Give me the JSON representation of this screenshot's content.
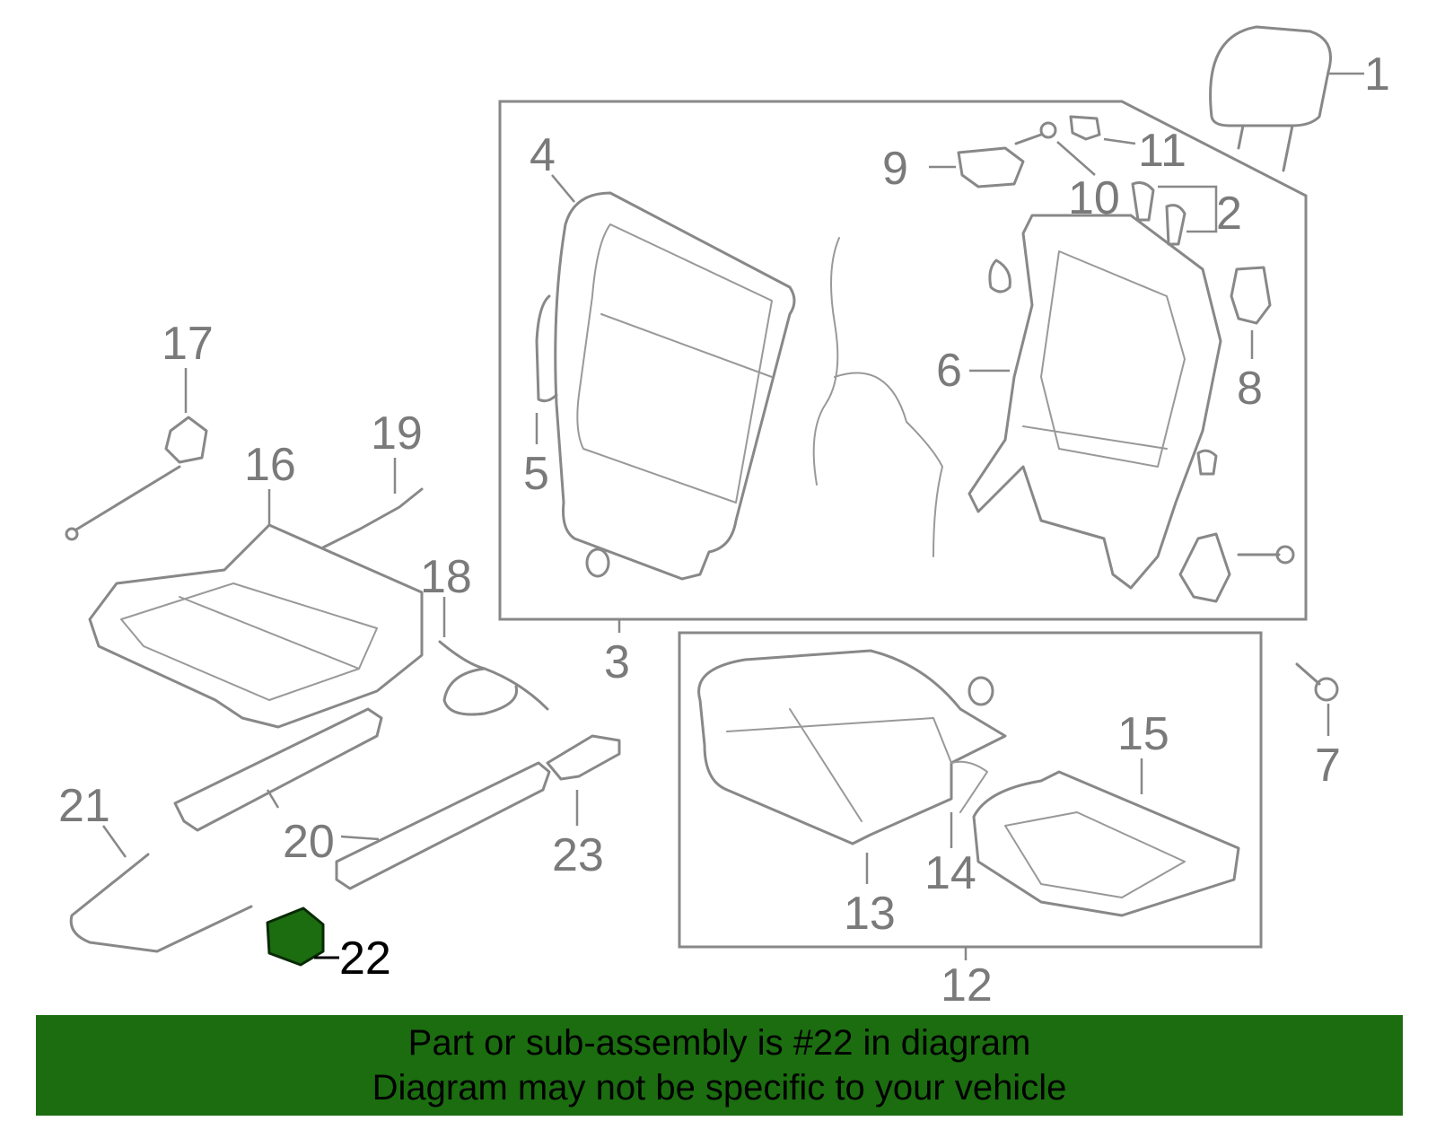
{
  "callouts": [
    {
      "id": "1",
      "text": "1"
    },
    {
      "id": "2",
      "text": "2"
    },
    {
      "id": "3",
      "text": "3"
    },
    {
      "id": "4",
      "text": "4"
    },
    {
      "id": "5",
      "text": "5"
    },
    {
      "id": "6",
      "text": "6"
    },
    {
      "id": "7",
      "text": "7"
    },
    {
      "id": "8",
      "text": "8"
    },
    {
      "id": "9",
      "text": "9"
    },
    {
      "id": "10",
      "text": "10"
    },
    {
      "id": "11",
      "text": "11"
    },
    {
      "id": "12",
      "text": "12"
    },
    {
      "id": "13",
      "text": "13"
    },
    {
      "id": "14",
      "text": "14"
    },
    {
      "id": "15",
      "text": "15"
    },
    {
      "id": "16",
      "text": "16"
    },
    {
      "id": "17",
      "text": "17"
    },
    {
      "id": "18",
      "text": "18"
    },
    {
      "id": "19",
      "text": "19"
    },
    {
      "id": "20",
      "text": "20"
    },
    {
      "id": "21",
      "text": "21"
    },
    {
      "id": "22",
      "text": "22"
    },
    {
      "id": "23",
      "text": "23"
    }
  ],
  "highlighted_part": "22",
  "colors": {
    "highlight": "#1b6d10",
    "line_art": "#888888",
    "footer_background": "#1b6d10"
  },
  "footer": {
    "line1": "Part or sub-assembly is #22 in diagram",
    "line2": "Diagram may not be specific to your vehicle"
  }
}
